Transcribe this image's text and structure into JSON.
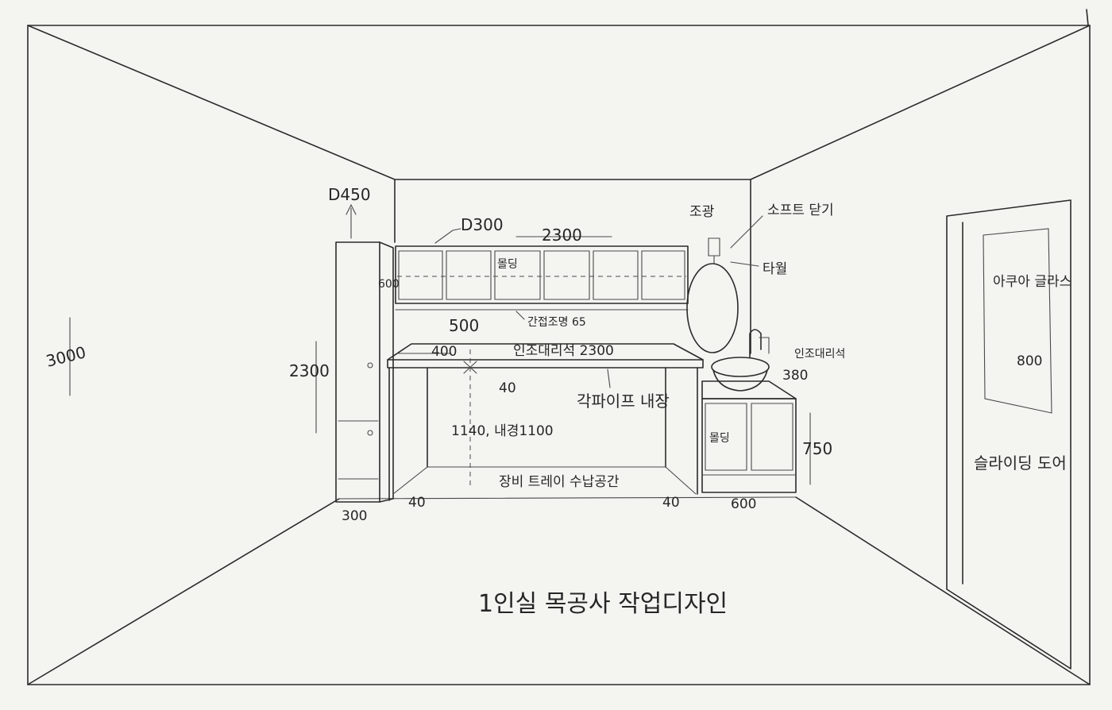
{
  "title": "1인실 목공사 작업디자인",
  "labels": {
    "room_height": "3000",
    "tall_cabinet_depth": "D450",
    "upper_cabinet_depth": "D300",
    "upper_cabinet_width": "2300",
    "upper_cabinet_height": "600",
    "mulding": "몰딩",
    "indirect_light": "간접조명 65",
    "gap_above_counter": "500",
    "counter_top": "인조대리석 2300",
    "counter_depth": "400",
    "counter_edge": "40",
    "square_pipe": "각파이프 내장",
    "counter_height": "1140, 내경1100",
    "tray_storage": "장비 트레이 수납공간",
    "left_leg": "40",
    "right_leg": "40",
    "tall_cabinet_height": "2300",
    "tall_cabinet_width": "300",
    "faucet": "조광",
    "soft_close": "소프트 닫기",
    "towel": "타월",
    "vanity_top": "인조대리석",
    "vanity_depth": "380",
    "vanity_mulding": "몰딩",
    "vanity_height": "750",
    "vanity_width": "600",
    "door_glass": "아쿠아 글라스",
    "door_glass_width": "800",
    "sliding_door": "슬라이딩 도어"
  }
}
